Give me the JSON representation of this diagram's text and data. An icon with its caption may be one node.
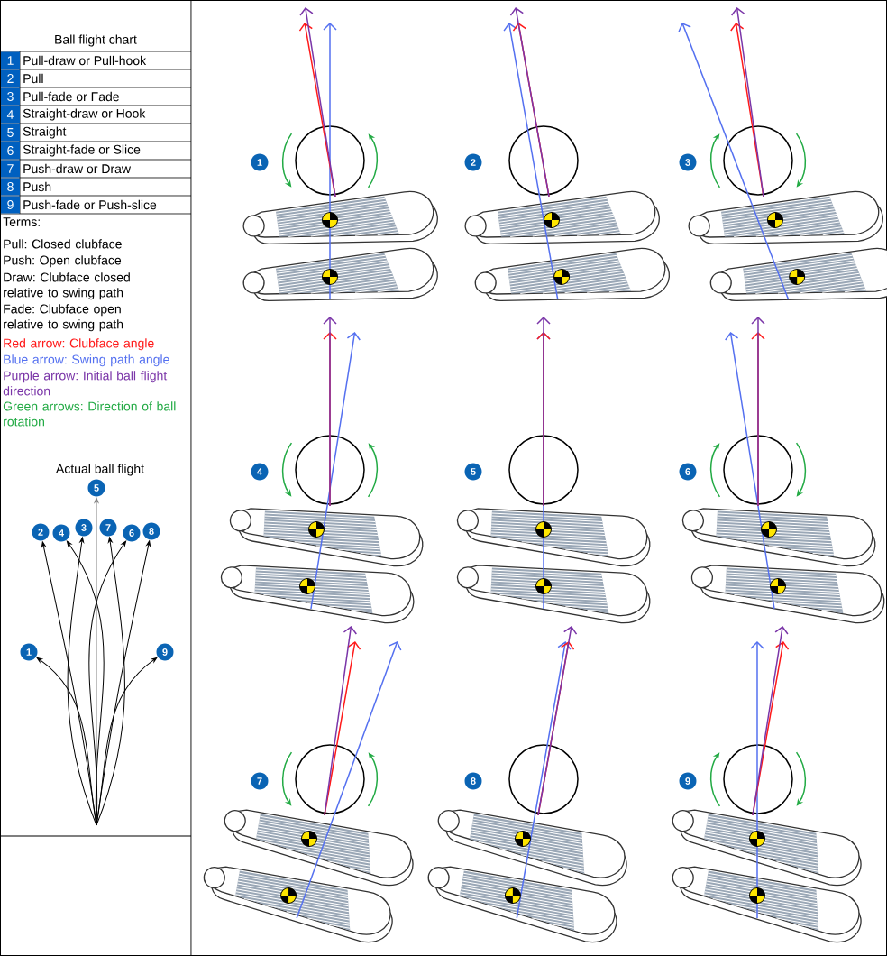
{
  "diagram": {
    "nodes": [
      {
        "text": [
          "5"
        ]
      },
      {
        "text": [
          "2"
        ]
      },
      {
        "text": [
          "4"
        ]
      },
      {
        "text": [
          "3"
        ]
      },
      {
        "text": [
          "7"
        ]
      },
      {
        "text": [
          "6"
        ]
      },
      {
        "text": [
          "8"
        ]
      },
      {
        "text": [
          "1"
        ]
      },
      {
        "text": [
          "9"
        ]
      },
      {
        "text": [
          "1"
        ]
      },
      {
        "text": [
          "2"
        ]
      },
      {
        "text": [
          "3"
        ]
      },
      {
        "text": [
          "4"
        ]
      },
      {
        "text": [
          "5"
        ]
      },
      {
        "text": [
          "6"
        ]
      },
      {
        "text": [
          "7"
        ]
      },
      {
        "text": [
          "8"
        ]
      },
      {
        "text": [
          "9"
        ]
      }
    ],
    "edges": [
      {
        "from": null,
        "to": 0,
        "arrow": "to",
        "color": "#808080"
      },
      {
        "from": null,
        "to": 1,
        "arrow": "to"
      },
      {
        "from": null,
        "to": 2,
        "arrow": "to"
      },
      {
        "from": null,
        "to": 3,
        "arrow": "to"
      },
      {
        "from": null,
        "to": 4,
        "arrow": "to"
      },
      {
        "from": null,
        "to": 5,
        "arrow": "to"
      },
      {
        "from": null,
        "to": 6,
        "arrow": "to"
      },
      {
        "from": null,
        "to": 7,
        "arrow": "to"
      },
      {
        "from": null,
        "to": 8,
        "arrow": "to"
      }
    ],
    "labels": [
      "Ball flight chart",
      "1",
      "Pull-draw or Pull-hook",
      "2",
      "Pull",
      "3",
      "Pull-fade or Fade",
      "4",
      "Straight-draw or Hook",
      "5",
      "Straight",
      "6",
      "Straight-fade or Slice",
      "7",
      "Push-draw or Draw",
      "8",
      "Push",
      "9",
      "Push-fade or Push-slice",
      "Terms:",
      "Pull: Closed clubface",
      "Push: Open clubface",
      "Draw: Clubface closed relative to swing path",
      "Fade: Clubface open relative to swing path",
      "Red arrow: Clubface angle",
      "Blue arrow: Swing path angle",
      "Purple arrow: Initial ball flight direction",
      "Green arrows: Direction of ball rotation",
      "Actual ball flight"
    ]
  }
}
